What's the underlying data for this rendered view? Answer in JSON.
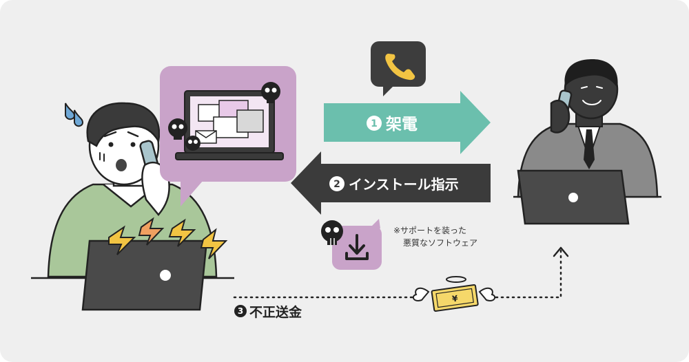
{
  "steps": {
    "step1": {
      "number": "1",
      "label": "架電"
    },
    "step2": {
      "number": "2",
      "label": "インストール指示"
    },
    "step3": {
      "number": "3",
      "label": "不正送金"
    }
  },
  "malware_note": {
    "line1": "※サポートを装った",
    "line2": "悪質なソフトウェア"
  },
  "money": {
    "symbol": "¥"
  },
  "colors": {
    "background": "#efefef",
    "teal_arrow": "#6bbfad",
    "dark_arrow": "#3b3b3b",
    "purple": "#c9a3c9",
    "victim_shirt": "#a9c79a",
    "phone_bubble": "#3d3d3d",
    "phone_icon": "#f2c443",
    "warning_bolt": "#f2c443"
  },
  "icons": [
    "phone-icon",
    "skull-icon",
    "download-icon",
    "laptop-icon",
    "warning-bolt-icon",
    "sweat-drops-icon",
    "flying-money-icon",
    "angel-halo-icon"
  ]
}
